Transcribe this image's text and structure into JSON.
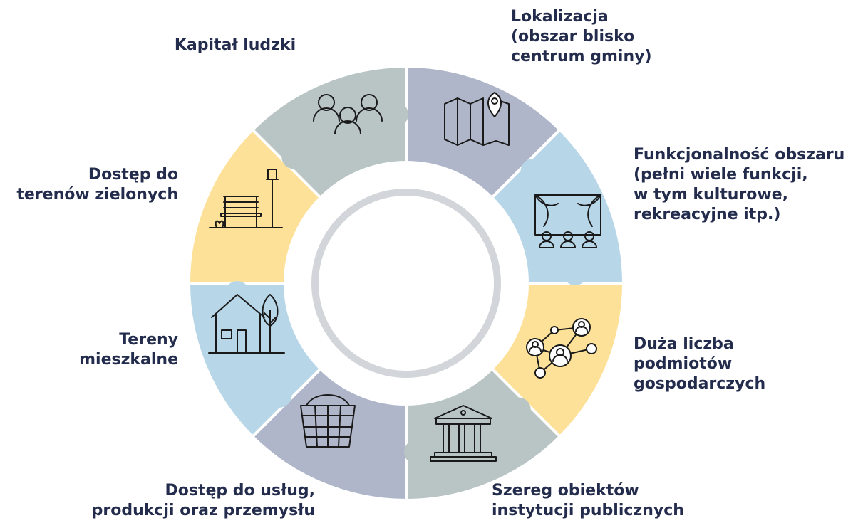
{
  "colors": {
    "slate_blue": "#afb6c9",
    "sage": "#b9c5c5",
    "yellow": "#fde199",
    "light_blue": "#b7d6e8",
    "inner_ring": "#d2d5d9",
    "text": "#232c4c"
  },
  "segments": [
    {
      "id": "lokalizacja",
      "color": "slate_blue",
      "icon": "map-pin-icon",
      "label_lines": [
        "Lokalizacja",
        "(obszar blisko",
        "centrum gminy)"
      ]
    },
    {
      "id": "funkcjonalnosc",
      "color": "light_blue",
      "icon": "theater-stage-icon",
      "label_lines": [
        "Funkcjonalność obszaru",
        "(pełni wiele funkcji,",
        "w tym kulturowe,",
        "rekreacyjne itp.)"
      ]
    },
    {
      "id": "podmioty",
      "color": "yellow",
      "icon": "network-people-icon",
      "label_lines": [
        "Duża liczba",
        "podmiotów",
        "gospodarczych"
      ]
    },
    {
      "id": "instytucje",
      "color": "sage",
      "icon": "public-building-icon",
      "label_lines": [
        "Szereg obiektów",
        "instytucji publicznych"
      ]
    },
    {
      "id": "uslugi",
      "color": "slate_blue",
      "icon": "shopping-basket-icon",
      "label_lines": [
        "Dostęp do usług,",
        "produkcji oraz przemysłu"
      ]
    },
    {
      "id": "mieszkalne",
      "color": "light_blue",
      "icon": "house-tree-icon",
      "label_lines": [
        "Tereny",
        "mieszkalne"
      ]
    },
    {
      "id": "zielone",
      "color": "yellow",
      "icon": "park-bench-icon",
      "label_lines": [
        "Dostęp do",
        "terenów zielonych"
      ]
    },
    {
      "id": "kapital",
      "color": "sage",
      "icon": "people-group-icon",
      "label_lines": [
        "Kapitał ludzki"
      ]
    }
  ]
}
